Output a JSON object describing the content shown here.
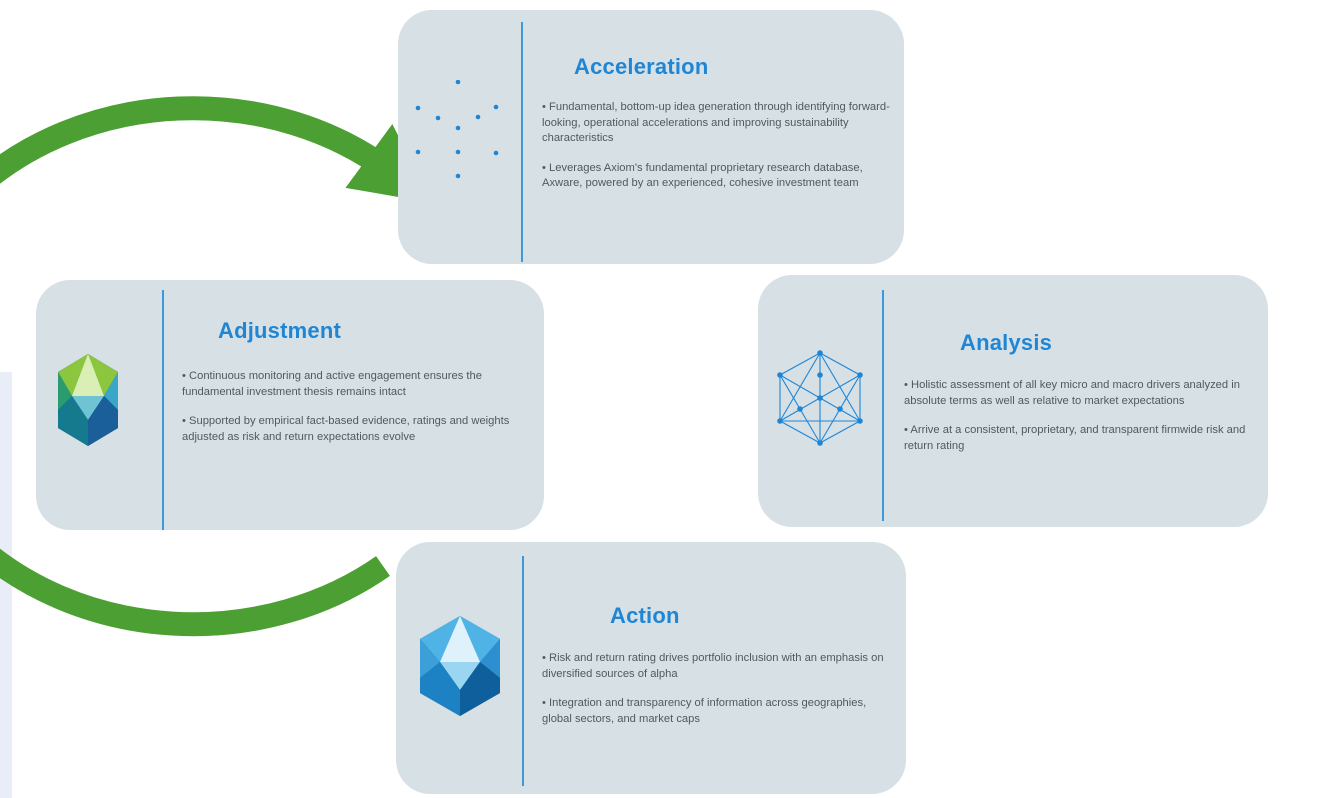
{
  "colors": {
    "card_background": "#d7e0e5",
    "title_blue": "#1f86d6",
    "ring_green": "#4ca033",
    "body_text": "#50595f"
  },
  "cards": {
    "acceleration": {
      "title": "Acceleration",
      "icon": "scattered-dots-icon",
      "bullets": [
        "• Fundamental, bottom-up idea generation through identifying forward-looking, operational accelerations and improving sustainability characteristics",
        "• Leverages Axiom's fundamental proprietary research database, Axware, powered by an experienced, cohesive investment team"
      ]
    },
    "adjustment": {
      "title": "Adjustment",
      "icon": "green-blue-hexagon-gem-icon",
      "bullets": [
        "• Continuous monitoring and active engagement ensures the fundamental investment thesis remains intact",
        "• Supported by empirical fact-based evidence, ratings and weights adjusted as risk and return expectations evolve"
      ]
    },
    "analysis": {
      "title": "Analysis",
      "icon": "connected-network-hexagon-icon",
      "bullets": [
        "• Holistic assessment of all key micro and macro drivers analyzed in absolute terms as well as relative to market expectations",
        "• Arrive at a consistent, proprietary, and transparent firmwide risk and return rating"
      ]
    },
    "action": {
      "title": "Action",
      "icon": "blue-hexagon-gem-icon",
      "bullets": [
        "• Risk and return rating drives portfolio inclusion with an emphasis on diversified sources of alpha",
        "• Integration and transparency of information across geographies, global sectors, and market caps"
      ]
    }
  }
}
